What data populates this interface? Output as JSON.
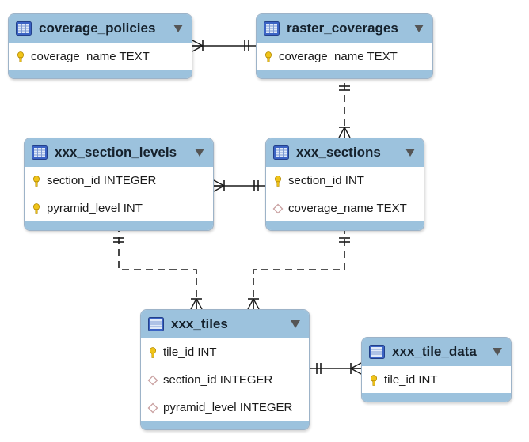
{
  "diagram": {
    "tables": [
      {
        "id": "coverage_policies",
        "name": "coverage_policies",
        "columns": [
          {
            "text": "coverage_name TEXT",
            "key": "primary"
          }
        ]
      },
      {
        "id": "raster_coverages",
        "name": "raster_coverages",
        "columns": [
          {
            "text": "coverage_name TEXT",
            "key": "primary"
          }
        ]
      },
      {
        "id": "xxx_section_levels",
        "name": "xxx_section_levels",
        "columns": [
          {
            "text": "section_id INTEGER",
            "key": "primary"
          },
          {
            "text": "pyramid_level INT",
            "key": "primary"
          }
        ]
      },
      {
        "id": "xxx_sections",
        "name": "xxx_sections",
        "columns": [
          {
            "text": "section_id INT",
            "key": "primary"
          },
          {
            "text": "coverage_name TEXT",
            "key": "foreign"
          }
        ]
      },
      {
        "id": "xxx_tiles",
        "name": "xxx_tiles",
        "columns": [
          {
            "text": "tile_id INT",
            "key": "primary"
          },
          {
            "text": "section_id INTEGER",
            "key": "foreign"
          },
          {
            "text": "pyramid_level INTEGER",
            "key": "foreign"
          }
        ]
      },
      {
        "id": "xxx_tile_data",
        "name": "xxx_tile_data",
        "columns": [
          {
            "text": "tile_id INT",
            "key": "primary"
          }
        ]
      }
    ],
    "relationships": [
      {
        "from": "coverage_policies",
        "to": "raster_coverages",
        "from_end": "many",
        "to_end": "one",
        "style": "solid"
      },
      {
        "from": "xxx_sections",
        "to": "raster_coverages",
        "from_end": "many",
        "to_end": "one",
        "style": "dashed"
      },
      {
        "from": "xxx_section_levels",
        "to": "xxx_sections",
        "from_end": "many",
        "to_end": "one",
        "style": "solid"
      },
      {
        "from": "xxx_tiles",
        "to": "xxx_section_levels",
        "from_end": "many",
        "to_end": "one",
        "style": "dashed"
      },
      {
        "from": "xxx_tiles",
        "to": "xxx_sections",
        "from_end": "many",
        "to_end": "one",
        "style": "dashed"
      },
      {
        "from": "xxx_tile_data",
        "to": "xxx_tiles",
        "from_end": "many",
        "to_end": "one",
        "style": "solid"
      }
    ],
    "icons": {
      "table": "table-icon",
      "primary": "key-icon",
      "foreign": "diamond-icon",
      "menu": "dropdown-arrow-icon"
    },
    "colors": {
      "header": "#9cc2dd",
      "border": "#9db3c8",
      "line": "#1a1a1a",
      "key": "#f0c419",
      "diamond": "#c9a0a0"
    }
  }
}
